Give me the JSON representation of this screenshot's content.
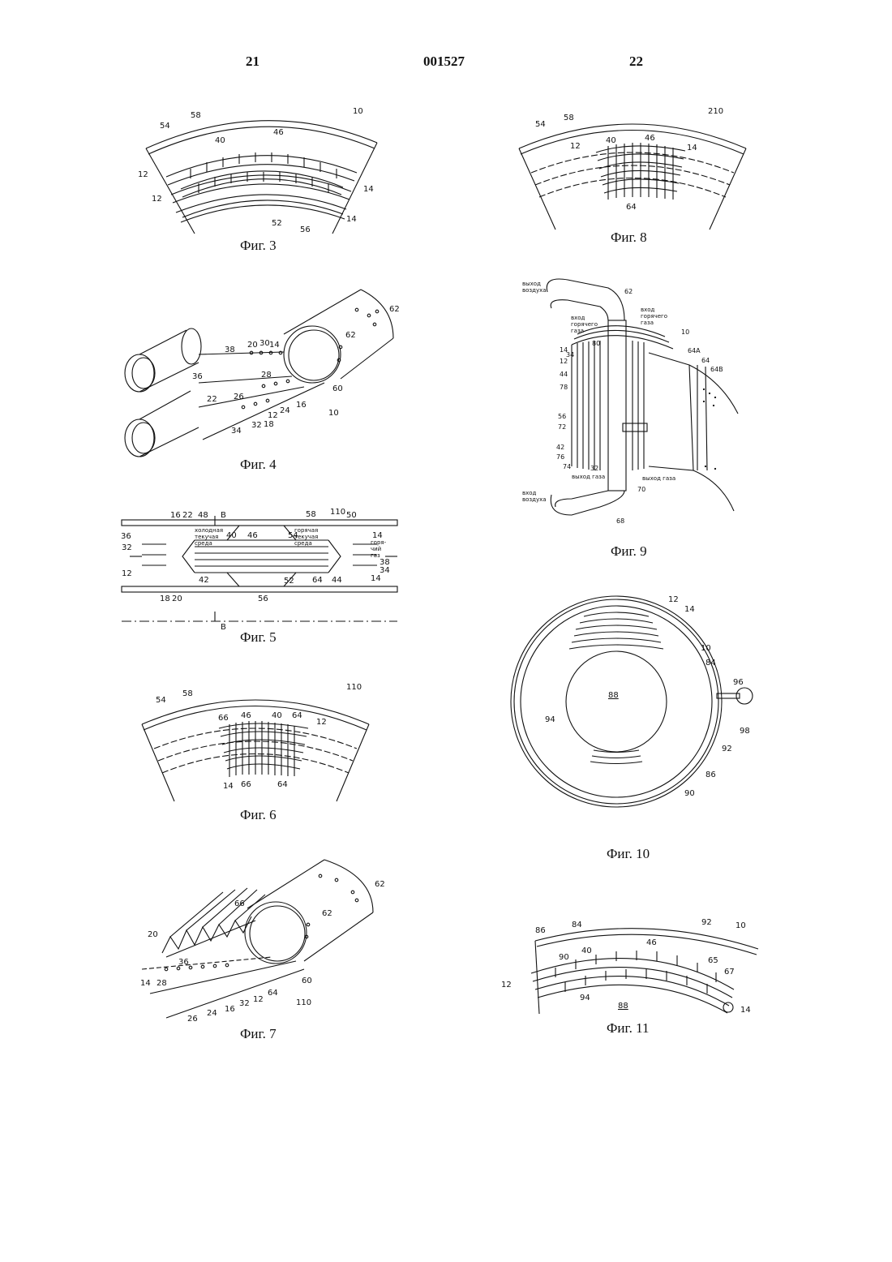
{
  "header": {
    "left_page": "21",
    "center_doc": "001527",
    "right_page": "22"
  },
  "figures": {
    "fig3": {
      "caption": "Фиг. 3",
      "labels": [
        "58",
        "10",
        "54",
        "46",
        "40",
        "12",
        "12",
        "14",
        "14",
        "52",
        "56"
      ]
    },
    "fig8": {
      "caption": "Фиг. 8",
      "labels": [
        "58",
        "210",
        "54",
        "40",
        "46",
        "12",
        "14",
        "64"
      ]
    },
    "fig4": {
      "caption": "Фиг. 4",
      "labels": [
        "62",
        "38",
        "20",
        "30",
        "14",
        "62",
        "28",
        "36",
        "60",
        "26",
        "22",
        "24",
        "16",
        "12",
        "18",
        "32",
        "34",
        "10"
      ]
    },
    "fig9": {
      "caption": "Фиг. 9",
      "texts": {
        "air_out": "выход воздуха",
        "hot_gas_in": "вход горячего газа",
        "hot_gas_in2": "вход горячего газа",
        "gas_out": "выход газа",
        "gas_out2": "выход газа",
        "air_in": "вход воздуха"
      },
      "labels": [
        "62",
        "10",
        "34",
        "80",
        "14",
        "12",
        "44",
        "78",
        "64A",
        "64",
        "64B",
        "56",
        "72",
        "42",
        "76",
        "74",
        "32",
        "70",
        "68"
      ]
    },
    "fig5": {
      "caption": "Фиг. 5",
      "texts": {
        "cold_medium": "холодная текучая среда",
        "hot_medium": "горячая текучая среда",
        "hot_gas": "горячий газ",
        "section_b": "B"
      },
      "labels": [
        "16",
        "22",
        "48",
        "58",
        "110",
        "50",
        "36",
        "40",
        "46",
        "54",
        "14",
        "32",
        "38",
        "34",
        "12",
        "42",
        "52",
        "64",
        "44",
        "14",
        "18",
        "20",
        "56"
      ]
    },
    "fig10": {
      "caption": "Фиг. 10",
      "labels": [
        "12",
        "14",
        "10",
        "84",
        "96",
        "88",
        "94",
        "98",
        "92",
        "86",
        "90"
      ]
    },
    "fig6": {
      "caption": "Фиг. 6",
      "labels": [
        "58",
        "110",
        "54",
        "66",
        "46",
        "40",
        "64",
        "12",
        "14",
        "66",
        "64"
      ]
    },
    "fig7": {
      "caption": "Фиг. 7",
      "labels": [
        "66",
        "62",
        "62",
        "20",
        "36",
        "14",
        "28",
        "60",
        "64",
        "12",
        "32",
        "16",
        "24",
        "26",
        "110"
      ]
    },
    "fig11": {
      "caption": "Фиг. 11",
      "labels": [
        "84",
        "92",
        "10",
        "86",
        "46",
        "90",
        "40",
        "65",
        "67",
        "12",
        "94",
        "88",
        "14"
      ]
    }
  }
}
